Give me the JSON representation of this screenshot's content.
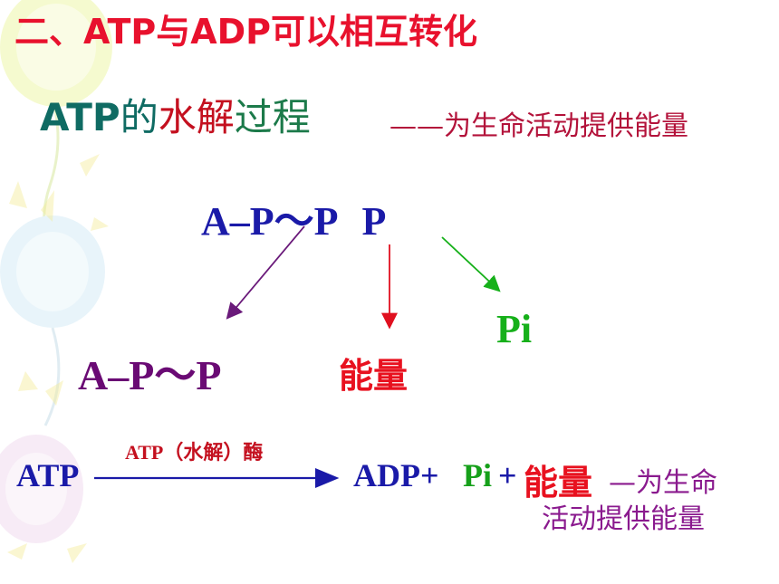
{
  "title": "二、ATP与ADP可以相互转化",
  "subtitle": {
    "atp": "ATP",
    "de": "的",
    "shui_jie": "水解",
    "guo_cheng": "过程",
    "note": "——为生命活动提供能量"
  },
  "formula": {
    "main": "A–P～P",
    "tail": "P"
  },
  "products": {
    "adp": "A–P～P",
    "energy": "能量",
    "pi": "Pi"
  },
  "equation": {
    "left": "ATP",
    "enzyme": "ATP（水解）酶",
    "adp": "ADP+",
    "pi": "Pi",
    "plus": "+",
    "energy": "能量",
    "note_line1": "—为生命",
    "note_line2": "活动提供能量"
  },
  "colors": {
    "title": "#e8112d",
    "formula": "#1a1aa8",
    "adp_product": "#6a0a74",
    "energy": "#e8111f",
    "pi": "#16b01a",
    "note": "#8a1a8e"
  },
  "icons": [
    "balloon-decoration",
    "sun-decoration"
  ]
}
